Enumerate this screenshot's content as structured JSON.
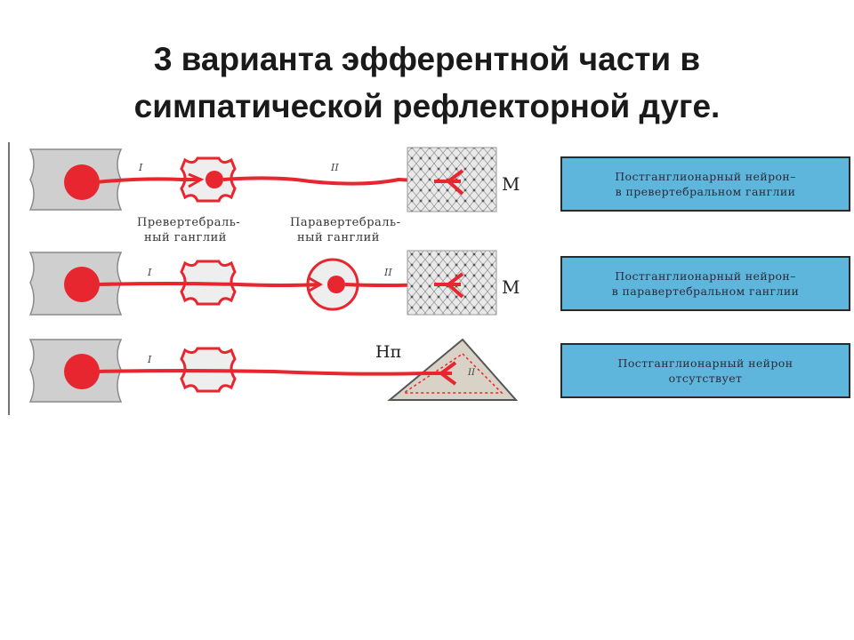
{
  "title": {
    "line1": "3  варианта эфферентной части в",
    "line2": "симпатической рефлекторной дуге."
  },
  "diagram": {
    "rows": [
      {
        "fiber_label_1": "I",
        "fiber_label_2": "II",
        "target_label": "М",
        "target_type": "muscle",
        "ganglion_labels": {
          "prevertebral": [
            "Превертебраль-",
            "ный ганглий"
          ],
          "paravertebral": [
            "Паравертебраль-",
            "ный ганглий"
          ]
        },
        "box_lines": [
          "Постганглионарный нейрон–",
          "в превертебральном ганглии"
        ]
      },
      {
        "fiber_label_1": "I",
        "fiber_label_2": "II",
        "target_label": "М",
        "target_type": "muscle",
        "box_lines": [
          "Постганглионарный нейрон–",
          "в паравертебральном ганглии"
        ]
      },
      {
        "fiber_label_1": "I",
        "fiber_label_2": "II",
        "target_label": "Нп",
        "target_type": "adrenal",
        "box_lines": [
          "Постганглионарный нейрон",
          "отсутствует"
        ]
      }
    ],
    "colors": {
      "neuron": "#e8262f",
      "spine": "#cfcfcf",
      "box_fill": "#5fb6dc",
      "box_border": "#2a2a2a",
      "ganglion_fill": "#eeeeee"
    }
  }
}
